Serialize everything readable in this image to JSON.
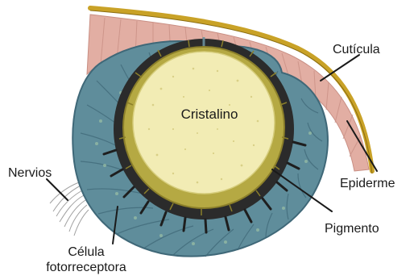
{
  "diagram": {
    "labels": {
      "center": "Cristalino",
      "cuticle": "Cutícula",
      "epidermis": "Epiderme",
      "pigment": "Pigmento",
      "nerves": "Nervios",
      "photoreceptor_line1": "Célula",
      "photoreceptor_line2": "fotorreceptora"
    },
    "colors": {
      "lens": "#f2ecb4",
      "lens_speckle": "#c9bf6a",
      "pigment_ring": "#b5a943",
      "retina": "#5f8d9b",
      "retina_dark": "#3f6878",
      "epidermis": "#e2aea3",
      "cuticle": "#c9a227",
      "nerve": "#8a8a8a"
    }
  }
}
